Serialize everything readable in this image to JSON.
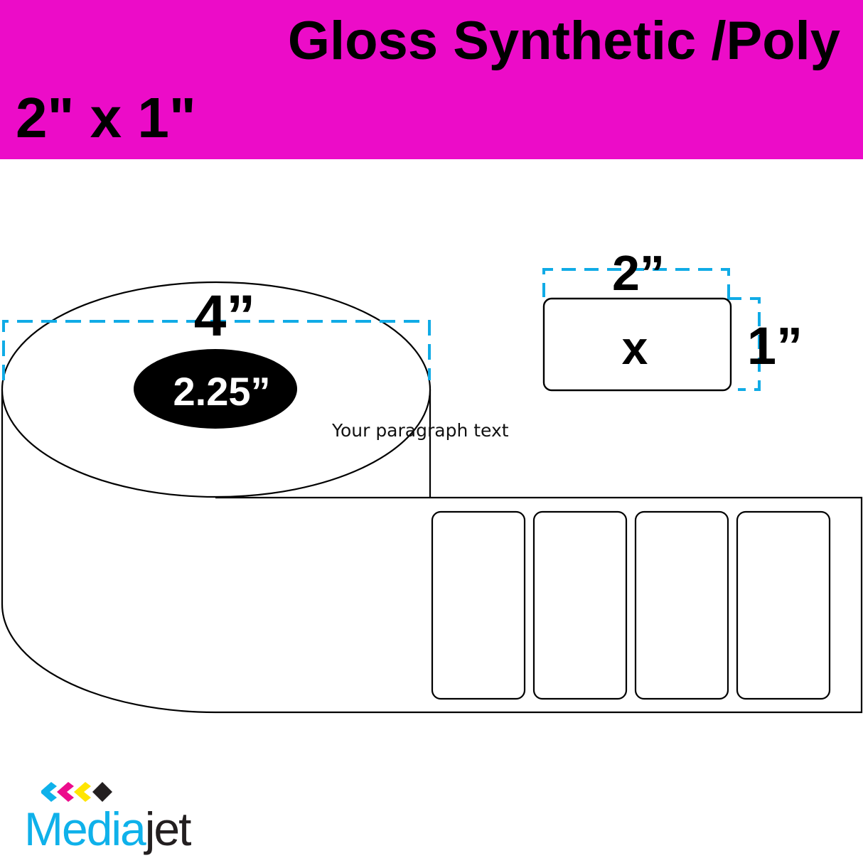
{
  "banner": {
    "title": "Gloss Synthetic /Poly",
    "size": "2\" x 1\"",
    "background_color": "#ec0cc8"
  },
  "roll": {
    "outer_diameter_label": "4”",
    "core_diameter_label": "2.25”",
    "label_count_shown": 4
  },
  "label_detail": {
    "width_label": "2”",
    "height_label": "1”",
    "center_mark": "x"
  },
  "placeholder_text": "Your paragraph text",
  "colors": {
    "dimension_line": "#10abe6",
    "outline": "#000000"
  },
  "logo": {
    "part1": "Media",
    "part2": "jet",
    "icon": "cmyk-chevrons-icon",
    "chevron_colors": [
      "#0fb1ea",
      "#ec0c8c",
      "#ffe500",
      "#231f20"
    ]
  }
}
